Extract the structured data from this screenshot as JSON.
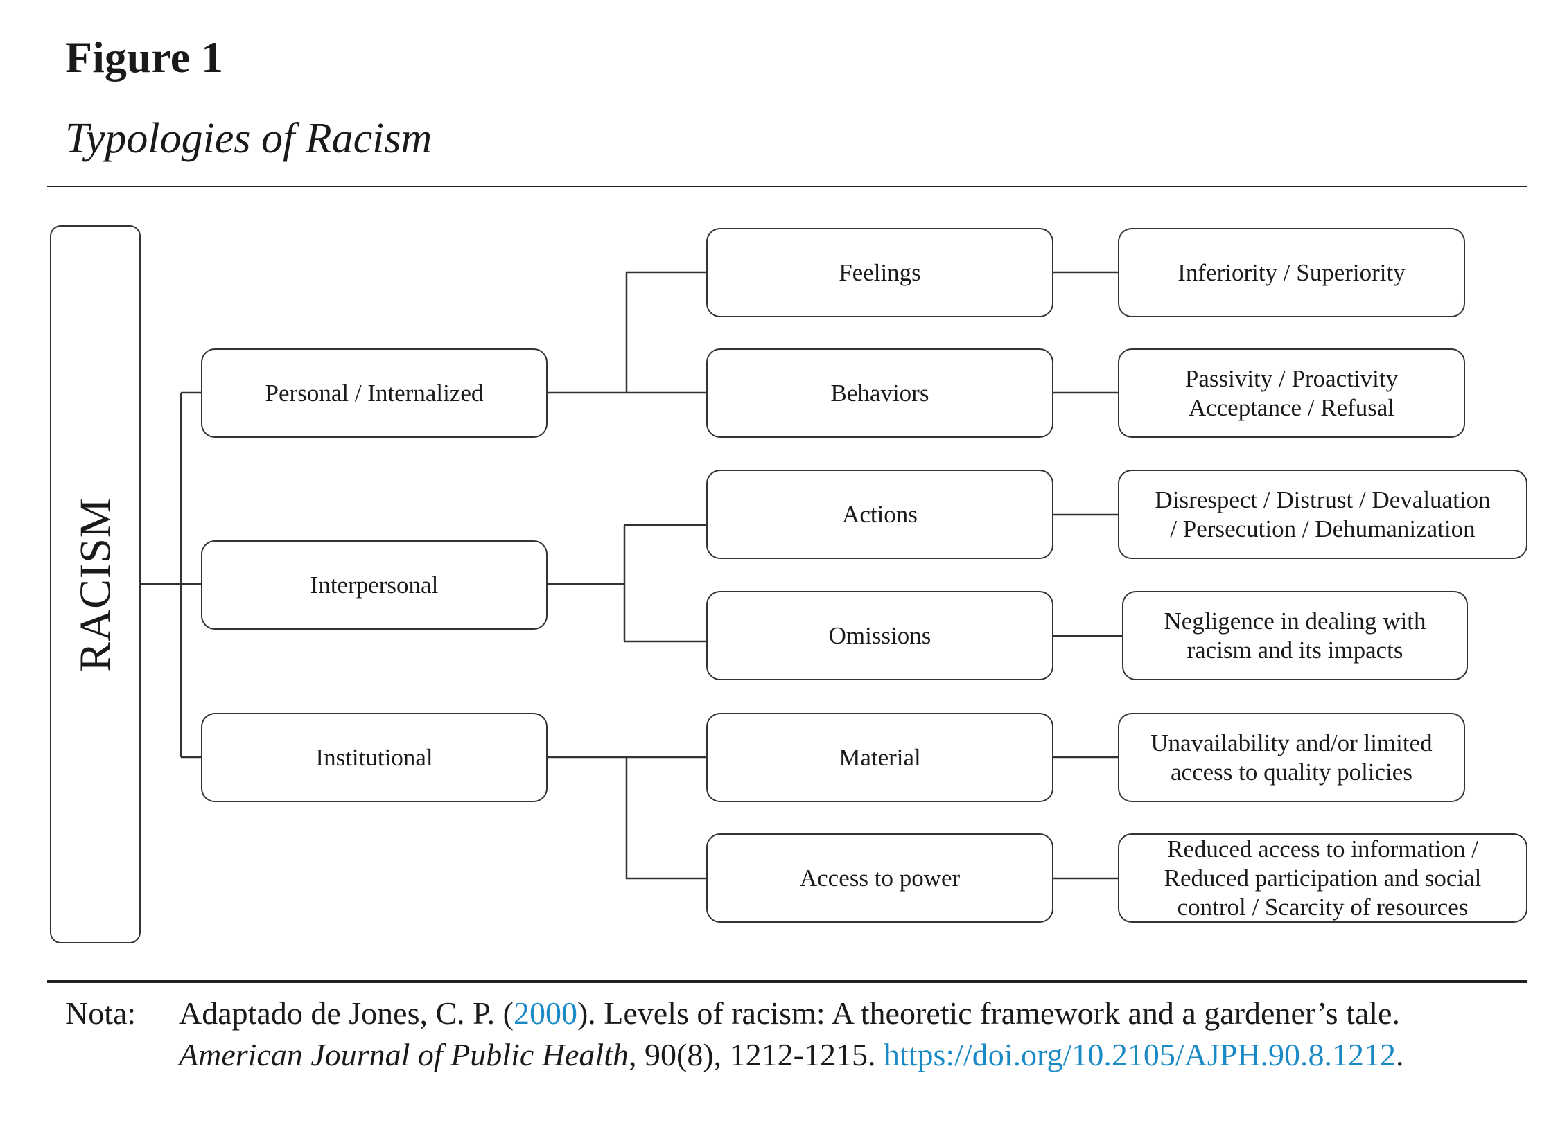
{
  "figure_label": "Figure 1",
  "figure_title": "Typologies of Racism",
  "root": "RACISM",
  "levels": [
    {
      "label": "Personal / Internalized",
      "children": [
        {
          "label": "Feelings",
          "detail": [
            "Inferiority / Superiority"
          ]
        },
        {
          "label": "Behaviors",
          "detail": [
            "Passivity / Proactivity",
            "Acceptance / Refusal"
          ]
        }
      ]
    },
    {
      "label": "Interpersonal",
      "children": [
        {
          "label": "Actions",
          "detail": [
            "Disrespect / Distrust / Devaluation",
            "/ Persecution / Dehumanization"
          ]
        },
        {
          "label": "Omissions",
          "detail": [
            "Negligence in dealing with",
            "racism and its impacts"
          ]
        }
      ]
    },
    {
      "label": "Institutional",
      "children": [
        {
          "label": "Material",
          "detail": [
            "Unavailability and/or limited",
            "access to quality policies"
          ]
        },
        {
          "label": "Access to power",
          "detail": [
            "Reduced access to information /",
            "Reduced participation and social",
            "control / Scarcity of resources"
          ]
        }
      ]
    }
  ],
  "note": {
    "label": "Nota:",
    "pre": "Adaptado de Jones, C. P. (",
    "year_link": "2000",
    "mid": "). Levels of racism: A theoretic framework and a gardener’s tale. ",
    "journal": "American Journal of Public Health",
    "post": ", 90(8), 1212-1215. ",
    "doi_link": "https://doi.org/10.2105/AJPH.90.8.1212",
    "end": ".",
    "link_color": "#1a8ac6"
  }
}
